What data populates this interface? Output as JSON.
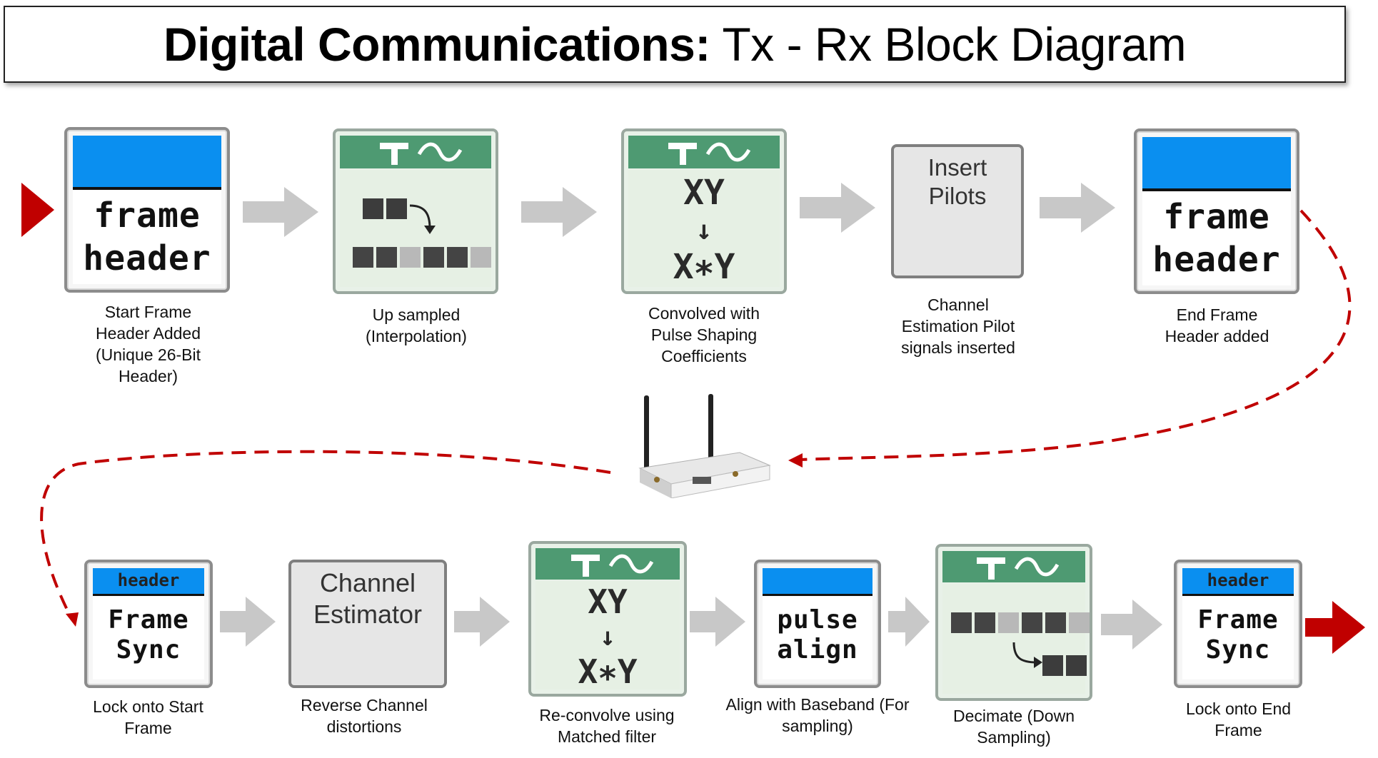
{
  "title": {
    "bold": "Digital Communications:",
    "rest": " Tx - Rx Block Diagram"
  },
  "blocks": {
    "frame_header_start": {
      "text1": "frame",
      "text2": "header"
    },
    "insert_pilots": {
      "line1": "Insert",
      "line2": "Pilots"
    },
    "frame_header_end": {
      "text1": "frame",
      "text2": "header"
    },
    "conv_tx": {
      "top": "XY",
      "arrow": "↓",
      "bottom": "X∗Y"
    },
    "conv_rx": {
      "top": "XY",
      "arrow": "↓",
      "bottom": "X∗Y"
    },
    "frame_sync_start": {
      "hdr": "header",
      "text1": "Frame",
      "text2": "Sync"
    },
    "channel_estimator": {
      "line1": "Channel",
      "line2": "Estimator"
    },
    "pulse_align": {
      "text1": "pulse",
      "text2": "align"
    },
    "frame_sync_end": {
      "hdr": "header",
      "text1": "Frame",
      "text2": "Sync"
    }
  },
  "captions": {
    "start_frame": "Start Frame\nHeader Added\n(Unique 26-Bit\nHeader)",
    "up_sampled": "Up sampled\n(Interpolation)",
    "convolved": "Convolved with\nPulse Shaping\nCoefficients",
    "pilots": "Channel\nEstimation Pilot\nsignals inserted",
    "end_frame": "End Frame\nHeader added",
    "lock_start": "Lock onto Start\nFrame",
    "reverse_channel": "Reverse Channel\ndistortions",
    "reconvolve": "Re-convolve using\nMatched filter",
    "align_baseband": "Align with Baseband (For\nsampling)",
    "decimate": "Decimate (Down\nSampling)",
    "lock_end": "Lock onto End\nFrame"
  },
  "colors": {
    "accent_red": "#c00000",
    "flow_gray": "#c8c8c8",
    "header_blue": "#0a8ff0",
    "vi_green": "#4e9a72"
  },
  "icons": [
    "hammer-icon",
    "wave-icon",
    "radio-device-icon"
  ]
}
